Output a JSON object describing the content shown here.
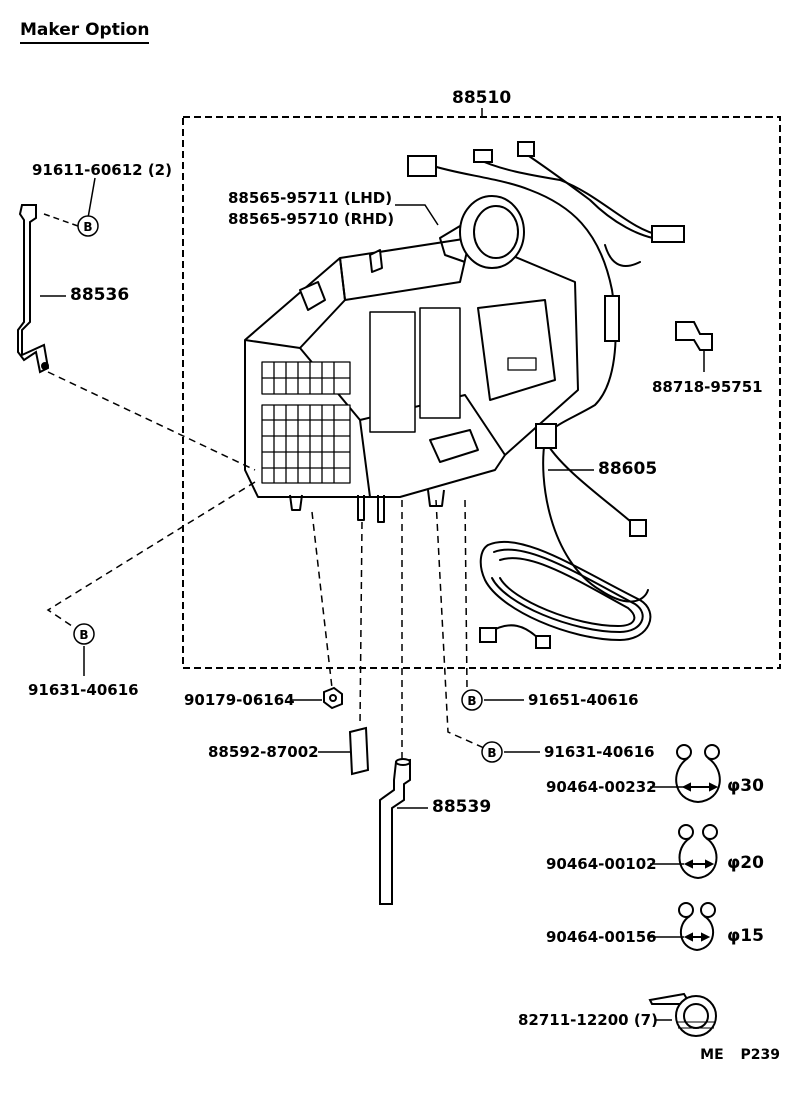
{
  "header": {
    "title": "Maker Option"
  },
  "footer": {
    "code": "ME",
    "page": "P239"
  },
  "assembly": {
    "number": "88510"
  },
  "callouts": {
    "b_marker": "B",
    "p91611": "91611-60612 (2)",
    "p88565_lhd": "88565-95711 (LHD)",
    "p88565_rhd": "88565-95710 (RHD)",
    "p88536": "88536",
    "p88718": "88718-95751",
    "p88605": "88605",
    "p91631_left": "91631-40616",
    "p90179": "90179-06164",
    "p91651": "91651-40616",
    "p88592": "88592-87002",
    "p91631_right": "91631-40616",
    "p88539": "88539",
    "p90464_30": "90464-00232",
    "p90464_20": "90464-00102",
    "p90464_15": "90464-00156",
    "p82711": "82711-12200 (7)"
  },
  "sizes": {
    "d30": "φ30",
    "d20": "φ20",
    "d15": "φ15"
  }
}
